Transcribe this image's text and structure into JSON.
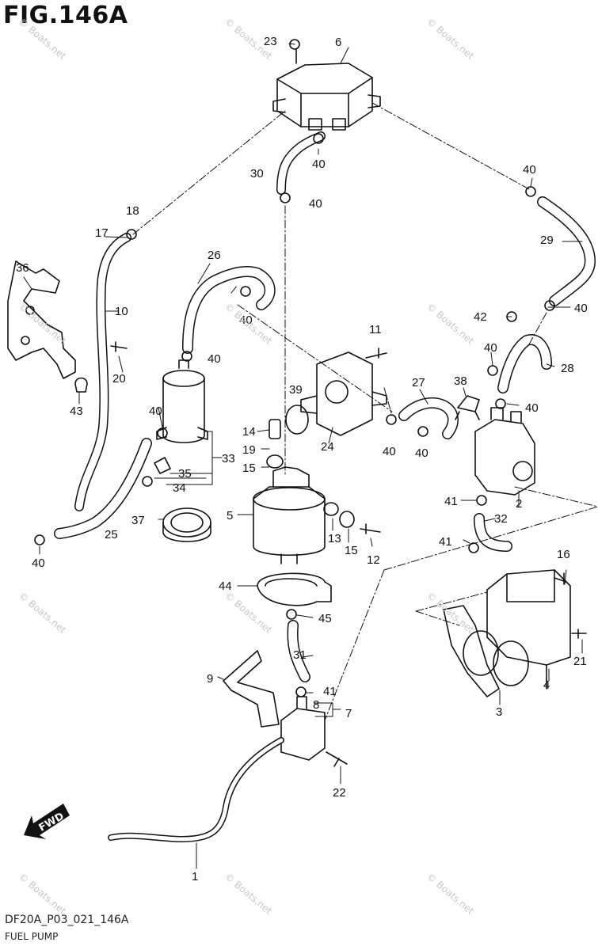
{
  "figure": {
    "title": "FIG.146A",
    "code": "DF20A_P03_021_146A",
    "name": "FUEL PUMP"
  },
  "watermark": "© Boats.net",
  "fwd_label": "FWD",
  "callouts": [
    "1",
    "2",
    "3",
    "4",
    "5",
    "6",
    "7",
    "8",
    "9",
    "10",
    "11",
    "12",
    "13",
    "14",
    "15",
    "15",
    "16",
    "17",
    "18",
    "19",
    "20",
    "21",
    "22",
    "23",
    "24",
    "25",
    "26",
    "27",
    "28",
    "29",
    "30",
    "31",
    "32",
    "33",
    "34",
    "35",
    "36",
    "37",
    "38",
    "39",
    "40",
    "40",
    "40",
    "40",
    "40",
    "40",
    "40",
    "40",
    "40",
    "40",
    "40",
    "40",
    "41",
    "41",
    "41",
    "42",
    "43",
    "44",
    "45"
  ],
  "colors": {
    "line": "#111111",
    "watermark": "#c8c8c8"
  }
}
